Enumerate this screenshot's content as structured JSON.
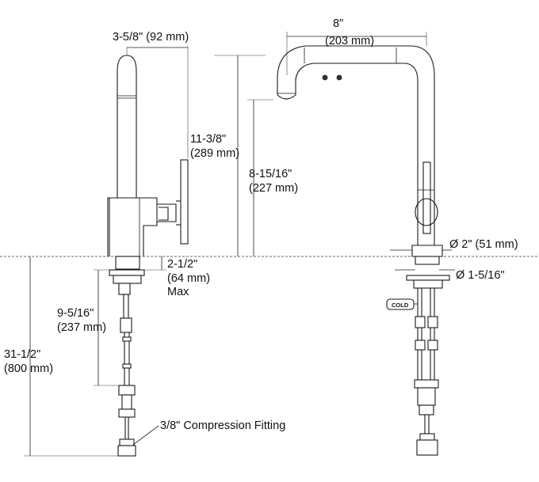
{
  "labels": {
    "width_side": "3-5/8\" (92 mm)",
    "height_total_1": "11-3/8\"",
    "height_total_2": "(289 mm)",
    "clearance_1": "8-15/16\"",
    "clearance_2": "(227 mm)",
    "reach_1": "8\"",
    "reach_2": "(203 mm)",
    "deck_1": "2-1/2\"",
    "deck_2": "(64 mm)",
    "deck_3": "Max",
    "shank_1": "9-5/16\"",
    "shank_2": "(237 mm)",
    "supply_1": "31-1/2\"",
    "supply_2": "(800 mm)",
    "fitting": "3/8\" Compression Fitting",
    "base_dia": "Ø 2\" (51 mm)",
    "hole_dia": "Ø 1-5/16\"",
    "cold_tag": "COLD"
  }
}
